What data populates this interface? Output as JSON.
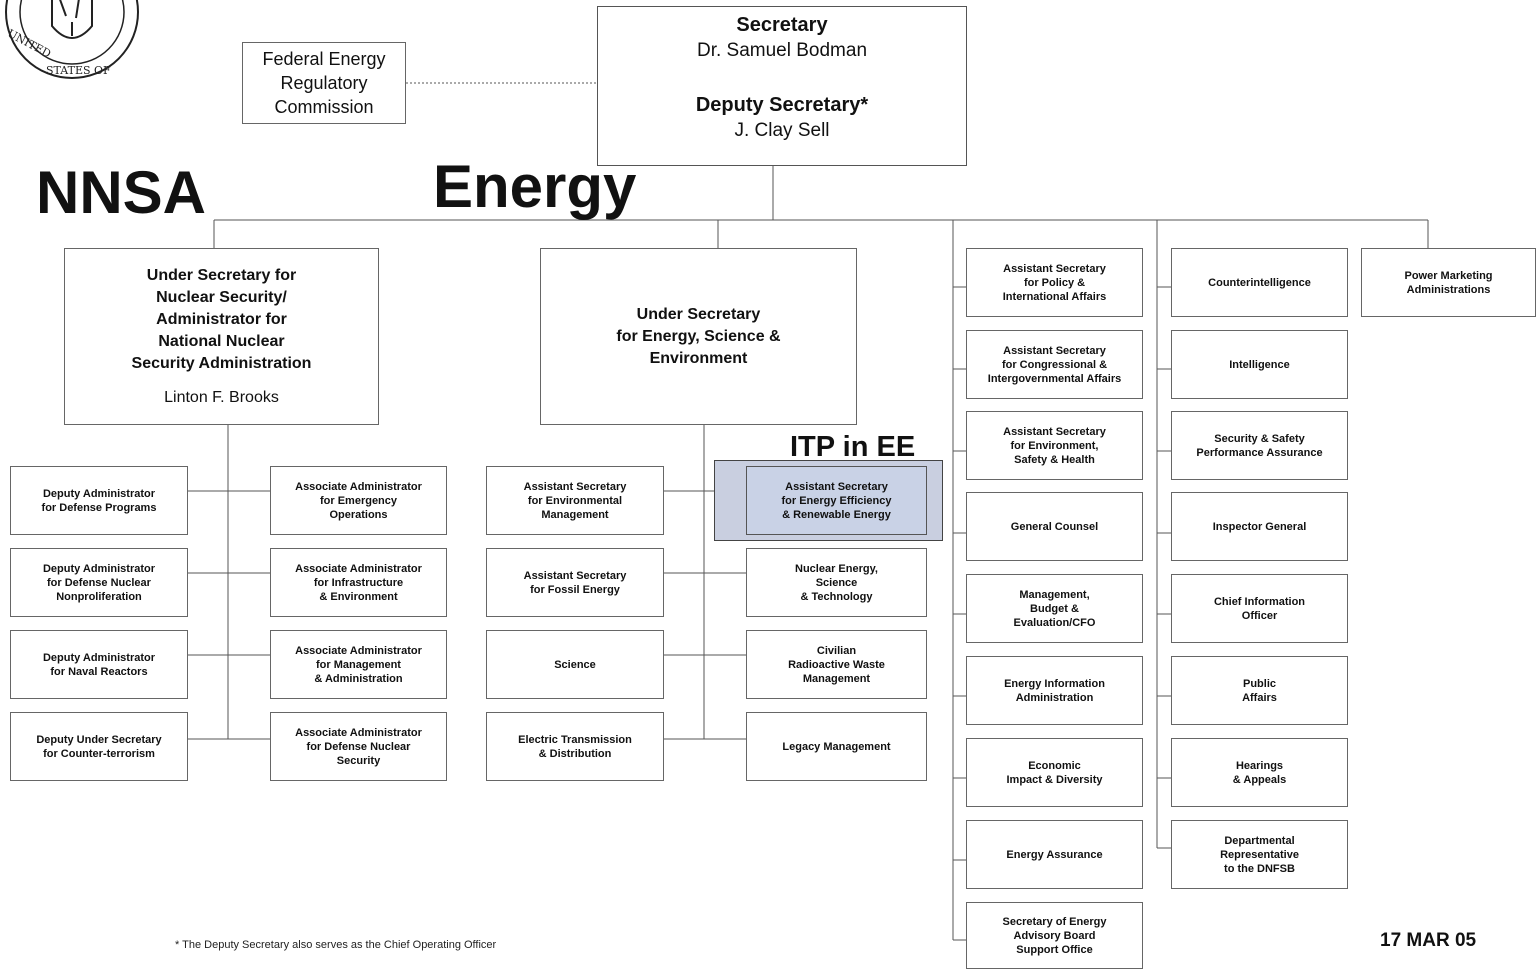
{
  "top_office": {
    "title": "Secretary",
    "name": "Dr. Samuel Bodman",
    "deputy_title": "Deputy Secretary*",
    "deputy_name": "J. Clay Sell"
  },
  "ferc": "Federal Energy\nRegulatory\nCommission",
  "headings": {
    "nnsa": "NNSA",
    "energy": "Energy",
    "itp": "ITP in EE"
  },
  "nnsa": {
    "head_title": "Under Secretary for\nNuclear Security/\nAdministrator for\nNational Nuclear\nSecurity Administration",
    "head_name": "Linton F. Brooks",
    "deputies": [
      "Deputy Administrator\nfor Defense Programs",
      "Deputy Administrator\nfor Defense Nuclear\nNonproliferation",
      "Deputy Administrator\nfor Naval Reactors",
      "Deputy Under Secretary\nfor Counter-terrorism"
    ],
    "associates": [
      "Associate Administrator\nfor Emergency\nOperations",
      "Associate Administrator\nfor Infrastructure\n& Environment",
      "Associate Administrator\nfor Management\n& Administration",
      "Associate Administrator\nfor Defense Nuclear\nSecurity"
    ]
  },
  "energy": {
    "head_title": "Under Secretary\nfor Energy, Science &\nEnvironment",
    "left": [
      "Assistant Secretary\nfor Environmental\nManagement",
      "Assistant Secretary\nfor Fossil Energy",
      "Science",
      "Electric Transmission\n& Distribution"
    ],
    "right": [
      "Assistant Secretary\nfor Energy Efficiency\n& Renewable Energy",
      "Nuclear Energy,\nScience\n& Technology",
      "Civilian\nRadioactive Waste\nManagement",
      "Legacy Management"
    ]
  },
  "staff_col1": [
    "Assistant Secretary\nfor Policy &\nInternational Affairs",
    "Assistant Secretary\nfor Congressional &\nIntergovernmental Affairs",
    "Assistant Secretary\nfor Environment,\nSafety & Health",
    "General Counsel",
    "Management,\nBudget &\nEvaluation/CFO",
    "Energy Information\nAdministration",
    "Economic\nImpact & Diversity",
    "Energy Assurance",
    "Secretary of Energy\nAdvisory Board\nSupport Office"
  ],
  "staff_col2": [
    "Counterintelligence",
    "Intelligence",
    "Security & Safety\nPerformance Assurance",
    "Inspector General",
    "Chief  Information\nOfficer",
    "Public\nAffairs",
    "Hearings\n& Appeals",
    "Departmental\nRepresentative\nto the DNFSB"
  ],
  "pma": "Power Marketing\nAdministrations",
  "seal_text": "UNITED STATES OF AMERICA",
  "footnote": "* The Deputy Secretary also serves as the Chief Operating Officer",
  "date": "17 MAR 05"
}
